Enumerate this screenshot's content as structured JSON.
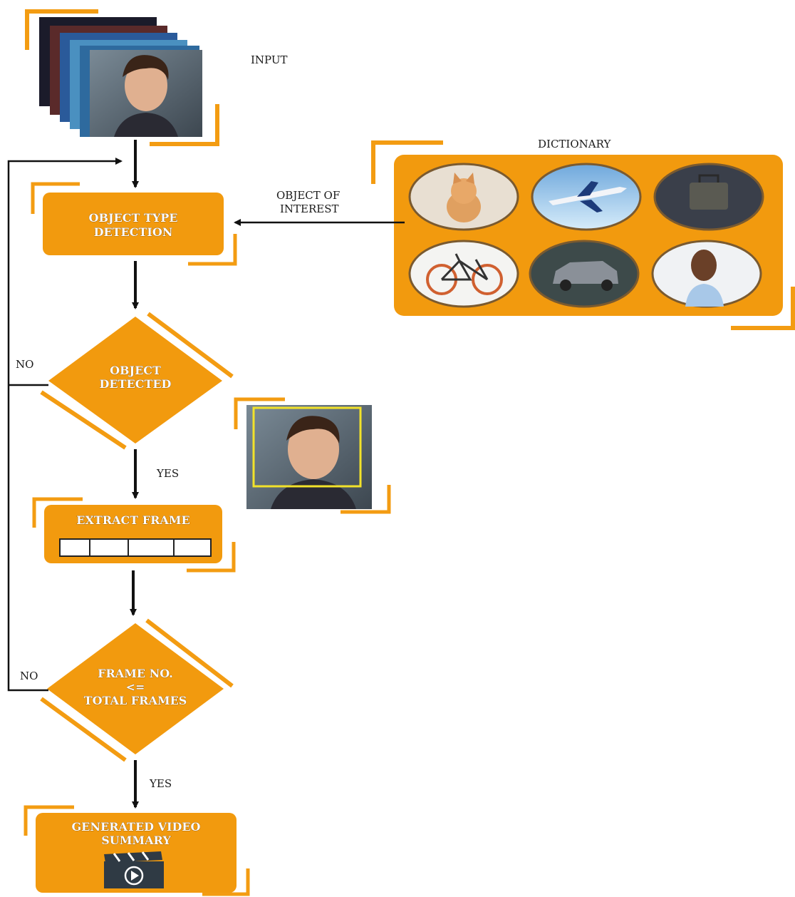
{
  "labels": {
    "input": "INPUT",
    "dictionary": "DICTIONARY",
    "object_of_interest_line1": "OBJECT OF",
    "object_of_interest_line2": "INTEREST",
    "no_top": "NO",
    "no_bottom": "NO",
    "yes_top": "YES",
    "yes_bottom": "YES"
  },
  "nodes": {
    "object_type_detection": [
      "OBJECT TYPE",
      "DETECTION"
    ],
    "object_detected": [
      "OBJECT",
      "DETECTED"
    ],
    "extract_frame": "EXTRACT FRAME",
    "frame_check": [
      "FRAME NO.",
      "<=",
      "TOTAL FRAMES"
    ],
    "summary": [
      "GENERATED VIDEO",
      "SUMMARY"
    ]
  },
  "dictionary_items": [
    "cat-icon",
    "airplane-icon",
    "briefcase-icon",
    "bicycle-icon",
    "car-icon",
    "person-icon"
  ],
  "colors": {
    "accent": "#F29A0E",
    "accent_dark": "#E08A00",
    "arrow": "#111111",
    "bracket": "#F39C12",
    "detect_box": "#F2E22A"
  }
}
